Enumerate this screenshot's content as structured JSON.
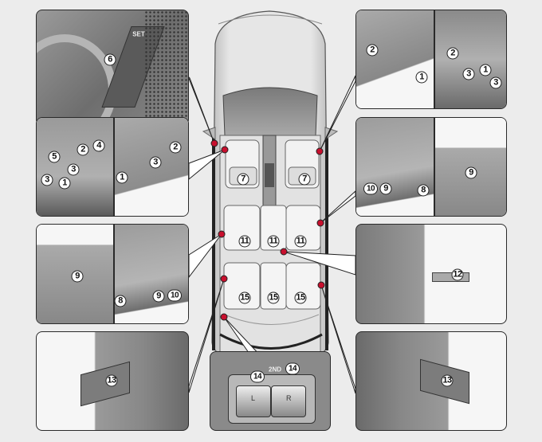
{
  "figure": {
    "colors": {
      "callout_dot": "#c8102e",
      "outline": "#2a2a2a",
      "background": "#ececec"
    },
    "panels": {
      "driver_door_memory": {
        "labels": [
          "6"
        ],
        "button_text": "SET"
      },
      "passenger_seat_controls": {
        "labels": [
          "2",
          "1",
          "2",
          "3",
          "1",
          "3"
        ]
      },
      "driver_seat_controls": {
        "labels": [
          "5",
          "2",
          "4",
          "3",
          "3",
          "1",
          "2",
          "3",
          "1"
        ]
      },
      "front_seat_side": {
        "labels": [
          "10",
          "9",
          "8",
          "9"
        ]
      },
      "second_row_seat_side": {
        "labels": [
          "9",
          "8",
          "9",
          "10"
        ]
      },
      "second_row_lever": {
        "labels": [
          "12"
        ]
      },
      "left_strap": {
        "labels": [
          "13"
        ]
      },
      "right_strap": {
        "labels": [
          "13"
        ]
      },
      "second_row_switch": {
        "labels": [
          "14",
          "14"
        ],
        "switch_text": "2ND",
        "left_icon_letter": "L",
        "right_icon_letter": "R"
      }
    },
    "car": {
      "front_seat_labels": [
        "7",
        "7"
      ],
      "second_row_labels": [
        "11",
        "11",
        "11"
      ],
      "third_row_labels": [
        "15",
        "15",
        "15"
      ]
    }
  }
}
